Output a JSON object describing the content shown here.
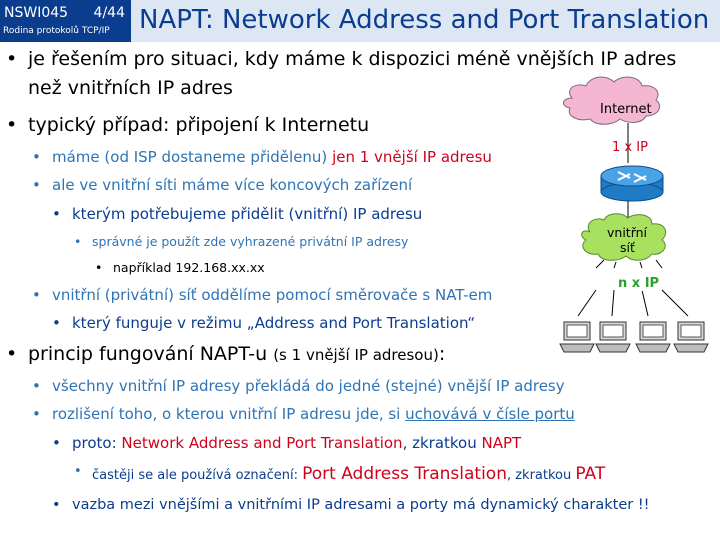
{
  "header": {
    "course_code": "NSWI045",
    "page": "4/44",
    "course_name": "Rodina protokolů TCP/IP",
    "title": "NAPT: Network Address and Port Translation"
  },
  "bullets": {
    "b1": "je řešením pro situaci, kdy máme k dispozici méně vnějších IP adres",
    "b1_cont": "než vnitřních IP adres",
    "b2": "typický případ: připojení k Internetu",
    "b2_1_a": "máme (od ISP dostaneme přidělenu) ",
    "b2_1_b": "jen 1 vnější IP adresu",
    "b2_2": "ale ve vnitřní síti máme více koncových zařízení",
    "b2_2_1": "kterým potřebujeme přidělit (vnitřní) IP adresu",
    "b2_2_1_1": "správné je použít zde vyhrazené privátní IP adresy",
    "b2_2_1_1_1": "například 192.168.xx.xx",
    "b2_3": "vnitřní (privátní) síť oddělíme pomocí směrovače s NAT-em",
    "b2_3_1": "který funguje v režimu „Address and Port Translation“",
    "b3_a": "princip fungování NAPT-u ",
    "b3_b": "(s 1 vnější IP adresou)",
    "b3_c": ":",
    "b3_1": "všechny vnitřní IP adresy překládá do jedné (stejné) vnější IP adresy",
    "b3_2_a": "rozlišení toho, o kterou vnitřní IP adresu jde, si ",
    "b3_2_b": "uchovává v čísle portu",
    "b3_2_1_a": "proto:  ",
    "b3_2_1_b": "Network Address and Port Translation",
    "b3_2_1_c": ", zkratkou ",
    "b3_2_1_d": "NAPT",
    "b3_2_1_1_a": "častěji se ale používá označení: ",
    "b3_2_1_1_b": "Port Address Translation",
    "b3_2_1_1_c": ", zkratkou ",
    "b3_2_1_1_d": "PAT",
    "b3_2_2": "vazba mezi vnějšími a vnitřními IP adresami a porty má dynamický charakter !!"
  },
  "diagram": {
    "internet_label": "Internet",
    "one_ip_label": "1 x IP",
    "inner_net_label_1": "vnitřní",
    "inner_net_label_2": "síť",
    "n_ip_label": "n x IP",
    "colors": {
      "cloud_pink": "#f4b6d0",
      "cloud_green": "#a8e05f",
      "router_blue": "#1f7bc6",
      "red": "#d0021b",
      "green": "#2ca02c",
      "header_blue": "#0b3d8f"
    }
  }
}
